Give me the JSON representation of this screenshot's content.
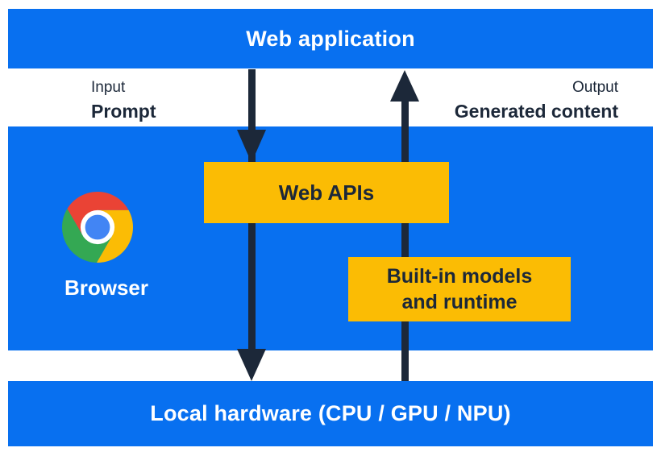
{
  "labels": {
    "web_application": "Web application",
    "input_label": "Input",
    "input_value": "Prompt",
    "output_label": "Output",
    "output_value": "Generated content",
    "web_apis": "Web APIs",
    "built_in_line1": "Built-in models",
    "built_in_line2": "and runtime",
    "browser": "Browser",
    "local_hardware": "Local hardware (CPU / GPU / NPU)"
  },
  "icons": {
    "chrome_logo": "chrome-logo-icon",
    "down_arrow": "down-arrow-icon",
    "up_arrow": "up-arrow-icon"
  },
  "colors": {
    "section_blue": "#0870f0",
    "accent_yellow": "#fbbc04",
    "navy": "#1c2839",
    "chrome_red": "#ea4335",
    "chrome_green": "#34a853",
    "chrome_yellow": "#fbbc05",
    "chrome_blue": "#4285f4"
  }
}
